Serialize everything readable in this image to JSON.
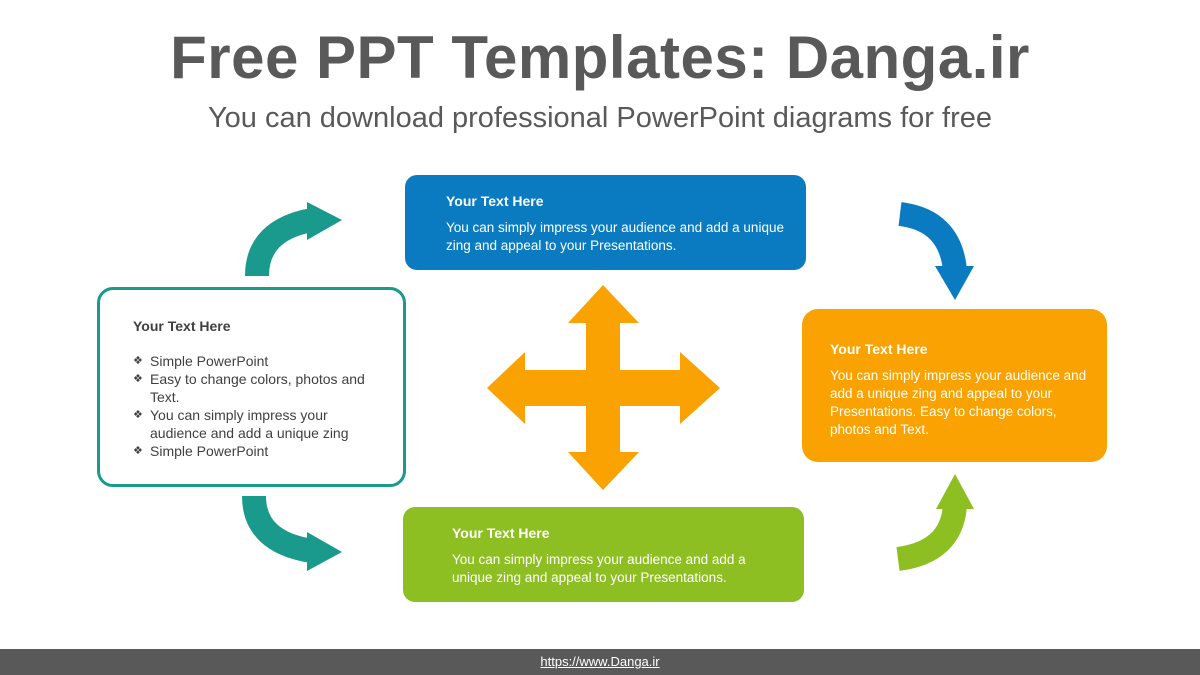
{
  "header": {
    "title": "Free PPT Templates: Danga.ir",
    "subtitle": "You can download professional PowerPoint diagrams for free"
  },
  "boxes": {
    "left": {
      "heading": "Your Text Here",
      "bullets": [
        "Simple PowerPoint",
        "Easy to change colors, photos and Text.",
        "You can simply impress your audience and add a unique zing",
        "Simple PowerPoint"
      ],
      "color": "#1a9a8c"
    },
    "top": {
      "heading": "Your Text Here",
      "body": "You can simply impress your audience and add a unique zing and appeal to your Presentations.",
      "color": "#0b7bc1"
    },
    "right": {
      "heading": "Your Text Here",
      "body": "You can simply impress your audience and add a unique zing and appeal to your Presentations. Easy to change colors, photos and Text.",
      "color": "#f9a202"
    },
    "bottom": {
      "heading": "Your Text Here",
      "body": "You can simply impress your audience and add a unique zing and appeal to your Presentations.",
      "color": "#8dbf22"
    }
  },
  "center_icon": {
    "name": "four-way-arrow-icon",
    "color": "#f9a202"
  },
  "footer": {
    "link": "https://www.Danga.ir",
    "bar_color": "#595959"
  }
}
